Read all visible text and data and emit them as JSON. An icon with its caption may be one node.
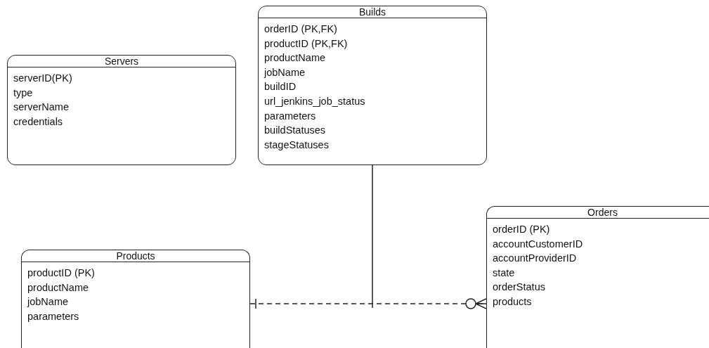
{
  "diagram": {
    "nodes": [
      {
        "text": [
          "Builds",
          "orderID (PK,FK)",
          "productID (PK,FK)",
          "productName",
          "jobName",
          "buildID",
          "url_jenkins_job_status",
          "parameters",
          "buildStatuses",
          "stageStatuses"
        ]
      },
      {
        "text": [
          "Servers",
          "serverID(PK)",
          "type",
          "serverName",
          "credentials"
        ]
      },
      {
        "text": [
          "Orders",
          "orderID (PK)",
          "accountCustomerID",
          "accountProviderID",
          "state",
          "orderStatus",
          "products"
        ]
      },
      {
        "text": [
          "Products",
          "productID (PK)",
          "productName",
          "jobName",
          "parameters"
        ]
      }
    ],
    "edges": [
      {
        "from": 3,
        "to": 2,
        "arrow": "other",
        "style": "dashed"
      },
      {
        "from": 0,
        "to": null,
        "arrow": "none"
      }
    ]
  }
}
